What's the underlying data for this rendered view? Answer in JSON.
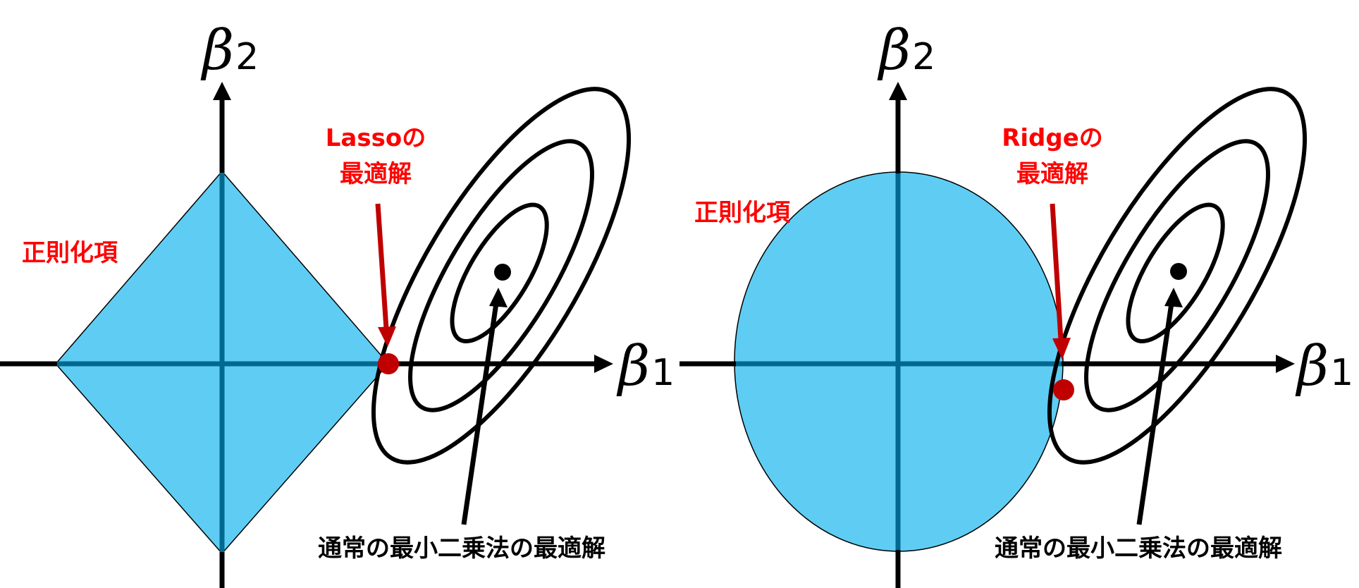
{
  "colors": {
    "region_fill": "#5fcdf3",
    "axis_inside": "#006990",
    "accent_red": "#ff0000",
    "arrow_red": "#c00000",
    "ink": "#000000"
  },
  "panels": [
    {
      "method": "Lasso",
      "shape": "diamond",
      "axis_y": {
        "symbol": "β",
        "sub": "2"
      },
      "axis_x": {
        "symbol": "β",
        "sub": "1"
      },
      "reg_label": "正則化項",
      "opt_label_line1": "Lassoの",
      "opt_label_line2": "最適解",
      "ols_label": "通常の最小二乗法の最適解"
    },
    {
      "method": "Ridge",
      "shape": "circle",
      "axis_y": {
        "symbol": "β",
        "sub": "2"
      },
      "axis_x": {
        "symbol": "β",
        "sub": "1"
      },
      "reg_label": "正則化項",
      "opt_label_line1": "Ridgeの",
      "opt_label_line2": "最適解",
      "ols_label": "通常の最小二乗法の最適解"
    }
  ]
}
